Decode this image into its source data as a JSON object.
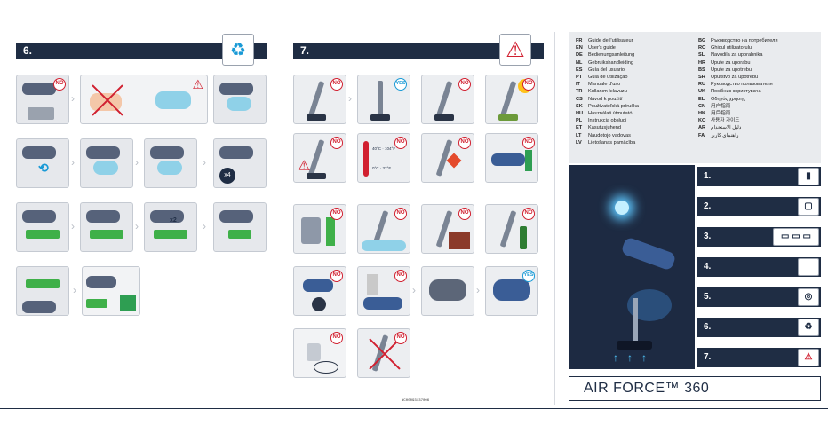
{
  "section6": {
    "label": "6."
  },
  "section7": {
    "label": "7."
  },
  "badges": {
    "no": "NO",
    "yes": "YES"
  },
  "glyphs": {
    "chevron": "›",
    "warning": "⚠",
    "recycle": "♻"
  },
  "x_labels": {
    "x4": "x4",
    "x2": "x2"
  },
  "temperatures": {
    "high": "40°C · 104°F",
    "low": "0°C · 32°F"
  },
  "doc_code": "NC00093137006",
  "languages_left": [
    {
      "code": "FR",
      "name": "Guide de l'utilisateur"
    },
    {
      "code": "EN",
      "name": "User's guide"
    },
    {
      "code": "DE",
      "name": "Bedienungsanleitung"
    },
    {
      "code": "NL",
      "name": "Gebruikshandleiding"
    },
    {
      "code": "ES",
      "name": "Guía del usuario"
    },
    {
      "code": "PT",
      "name": "Guia de utilização"
    },
    {
      "code": "IT",
      "name": "Manuale d'uso"
    },
    {
      "code": "TR",
      "name": "Kullanım kılavuzu"
    },
    {
      "code": "CS",
      "name": "Návod k použití"
    },
    {
      "code": "SK",
      "name": "Používateľská príručka"
    },
    {
      "code": "HU",
      "name": "Használati útmutató"
    },
    {
      "code": "PL",
      "name": "Instrukcja obsługi"
    },
    {
      "code": "ET",
      "name": "Kasutusjuhend"
    },
    {
      "code": "LT",
      "name": "Naudotojo vadovas"
    },
    {
      "code": "LV",
      "name": "Lietošanas pamācība"
    }
  ],
  "languages_right": [
    {
      "code": "BG",
      "name": "Ръководство на потребителя"
    },
    {
      "code": "RO",
      "name": "Ghidul utilizatorului"
    },
    {
      "code": "SL",
      "name": "Navodila za uporabnika"
    },
    {
      "code": "HR",
      "name": "Upute za uporabu"
    },
    {
      "code": "BS",
      "name": "Upute za upotrebu"
    },
    {
      "code": "SR",
      "name": "Uputstvo za upotrebu"
    },
    {
      "code": "RU",
      "name": "Руководство пользователя"
    },
    {
      "code": "UK",
      "name": "Посібник користувача"
    },
    {
      "code": "EL",
      "name": "Οδηγός χρήσης"
    },
    {
      "code": "CN",
      "name": "用户指南"
    },
    {
      "code": "HK",
      "name": "用戶指南"
    },
    {
      "code": "KO",
      "name": "사용자 가이드"
    },
    {
      "code": "AR",
      "name": "دليل الاستخدام"
    },
    {
      "code": "FA",
      "name": "راهنمای کاربر"
    }
  ],
  "steps": [
    {
      "label": "1."
    },
    {
      "label": "2."
    },
    {
      "label": "3."
    },
    {
      "label": "4."
    },
    {
      "label": "5."
    },
    {
      "label": "6."
    },
    {
      "label": "7."
    }
  ],
  "brand": {
    "title": "AIR FORCE™ 360"
  },
  "colors": {
    "navy": "#1f2d44",
    "red": "#d12030",
    "blue": "#1a9ad6",
    "green": "#3fb049"
  }
}
